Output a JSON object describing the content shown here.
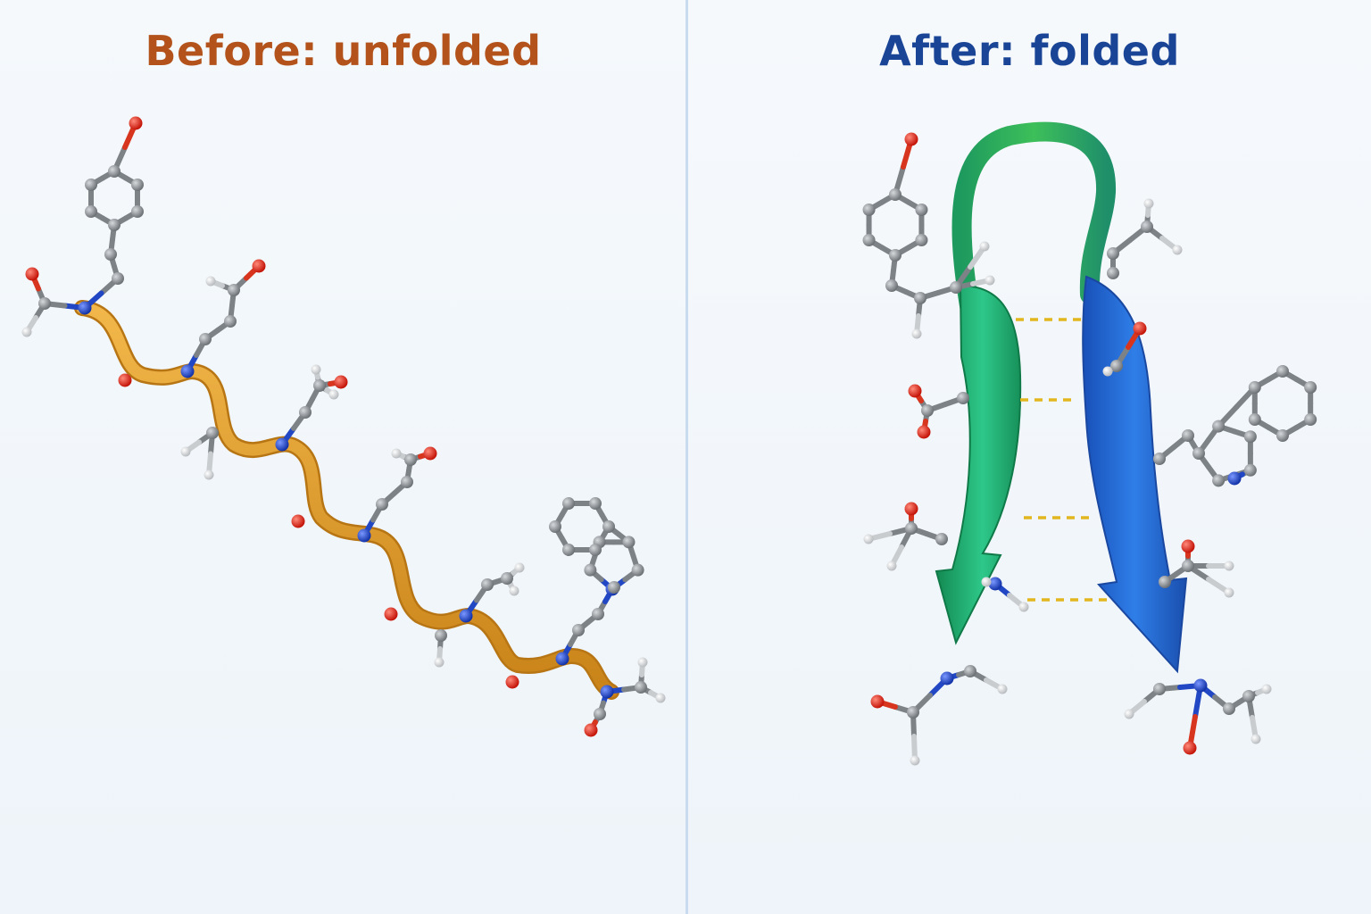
{
  "panels": {
    "before": {
      "title": "Before: unfolded"
    },
    "after": {
      "title": "After: folded"
    }
  },
  "colors": {
    "before_title": "#b3521b",
    "after_title": "#1a4596",
    "backbone_tube": "#e09a2c",
    "strand_green": "#1fa56a",
    "strand_blue": "#1f62c9",
    "carbon": "#8a8f94",
    "oxygen": "#e8251a",
    "nitrogen": "#1f4fd6",
    "hydrogen": "#eeeeee",
    "hydrogen_bond": "#e2b61e",
    "divider": "#c9dcef"
  },
  "icons": [
    "unfolded-peptide-model",
    "folded-beta-hairpin-model"
  ]
}
